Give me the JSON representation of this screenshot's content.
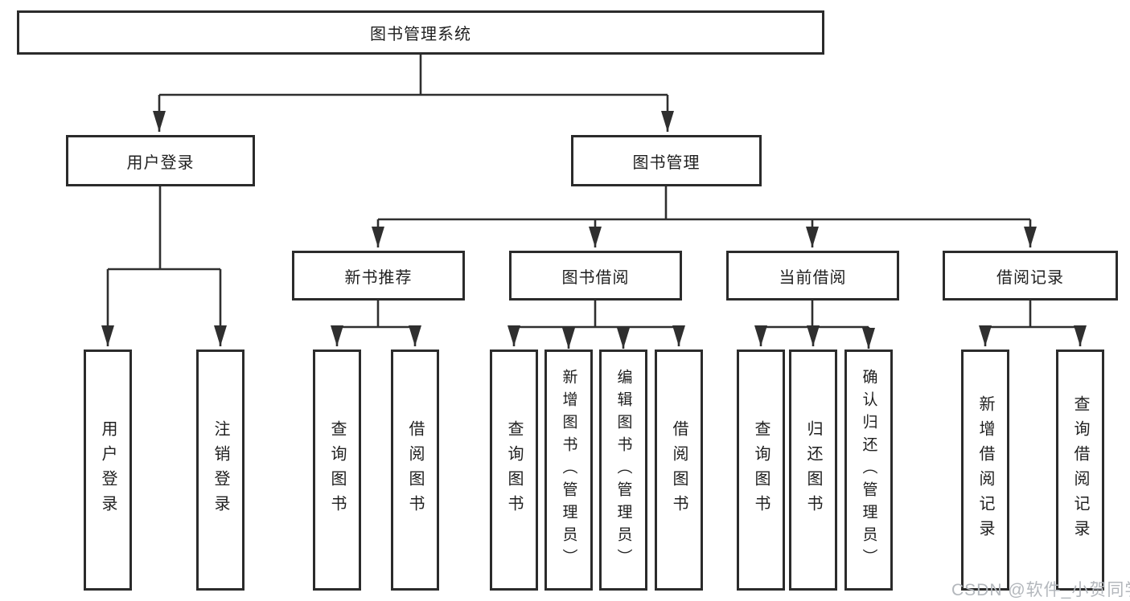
{
  "watermark": "CSDN @软件_小贺同学",
  "colors": {
    "line": "#2f2f2f",
    "border": "#2b2b2b",
    "text": "#1f1f1f",
    "watermark_text": "#b3b7bc"
  },
  "nodes": {
    "root": {
      "label": "图书管理系统"
    },
    "user_login": {
      "label": "用户登录"
    },
    "book_mgmt": {
      "label": "图书管理"
    },
    "rec": {
      "label": "新书推荐"
    },
    "borrow": {
      "label": "图书借阅"
    },
    "current": {
      "label": "当前借阅"
    },
    "record": {
      "label": "借阅记录"
    },
    "leaf_login": {
      "label": "用户登录"
    },
    "leaf_logout": {
      "label": "注销登录"
    },
    "leaf_rec_query": {
      "label": "查询图书"
    },
    "leaf_rec_borrow": {
      "label": "借阅图书"
    },
    "leaf_borrow_query": {
      "label": "查询图书"
    },
    "leaf_borrow_add": {
      "label": "新增图书（管理员）"
    },
    "leaf_borrow_edit": {
      "label": "编辑图书（管理员）"
    },
    "leaf_borrow_borrow": {
      "label": "借阅图书"
    },
    "leaf_current_query": {
      "label": "查询图书"
    },
    "leaf_current_return": {
      "label": "归还图书"
    },
    "leaf_current_confirm": {
      "label": "确认归还（管理员）"
    },
    "leaf_record_add": {
      "label": "新增借阅记录"
    },
    "leaf_record_query": {
      "label": "查询借阅记录"
    }
  }
}
